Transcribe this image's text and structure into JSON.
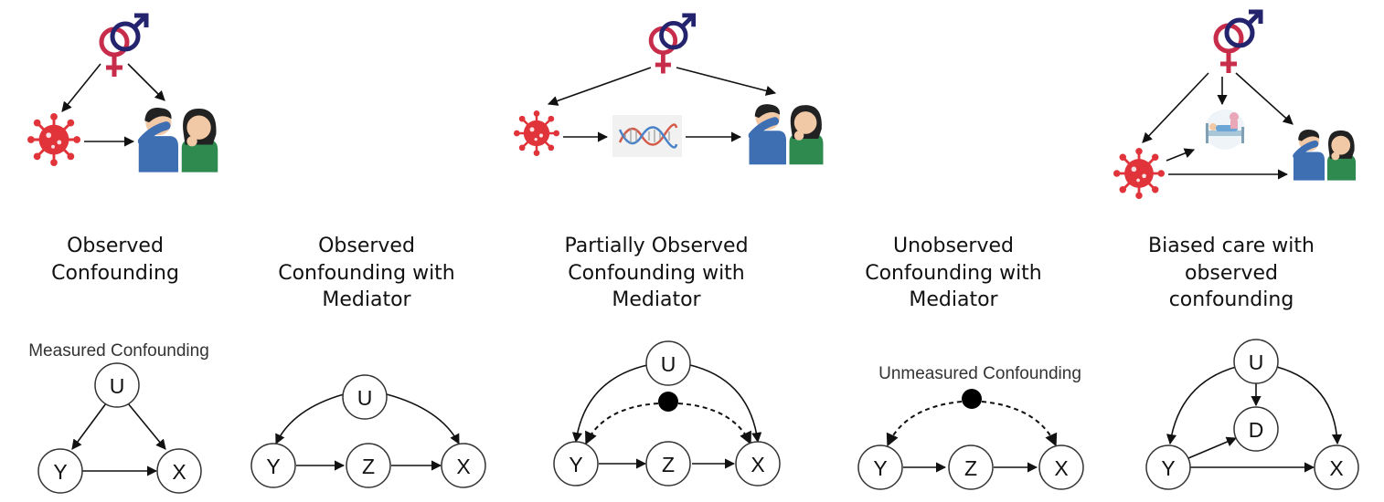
{
  "titles": {
    "p1": {
      "lines": [
        "Observed",
        "Confounding"
      ]
    },
    "p2": {
      "lines": [
        "Observed",
        "Confounding with",
        "Mediator"
      ]
    },
    "p3": {
      "lines": [
        "Partially Observed",
        "Confounding with",
        "Mediator"
      ]
    },
    "p4": {
      "lines": [
        "Unobserved",
        "Confounding with",
        "Mediator"
      ]
    },
    "p5": {
      "lines": [
        "Biased care with",
        "observed",
        "confounding"
      ]
    }
  },
  "dag_captions": {
    "p1": "Measured Confounding",
    "p4": "Unmeasured Confounding"
  },
  "nodes": {
    "u": "U",
    "y": "Y",
    "x": "X",
    "z": "Z",
    "d": "D"
  },
  "colors": {
    "female_symbol": "#c72c4a",
    "male_symbol": "#23236e",
    "virus": "#e0333a",
    "boy_shirt": "#3f6fb3",
    "girl_shirt": "#2f8a50",
    "skin": "#f2c9a7",
    "hair": "#222222",
    "dna_strand_a": "#d45b4a",
    "dna_strand_b": "#4a82c9",
    "edge": "#111111",
    "node_stroke": "#333333"
  },
  "icons": [
    "gender-symbol-icon",
    "virus-icon",
    "sick-patients-icon",
    "dna-icon",
    "hospital-bed-icon"
  ]
}
